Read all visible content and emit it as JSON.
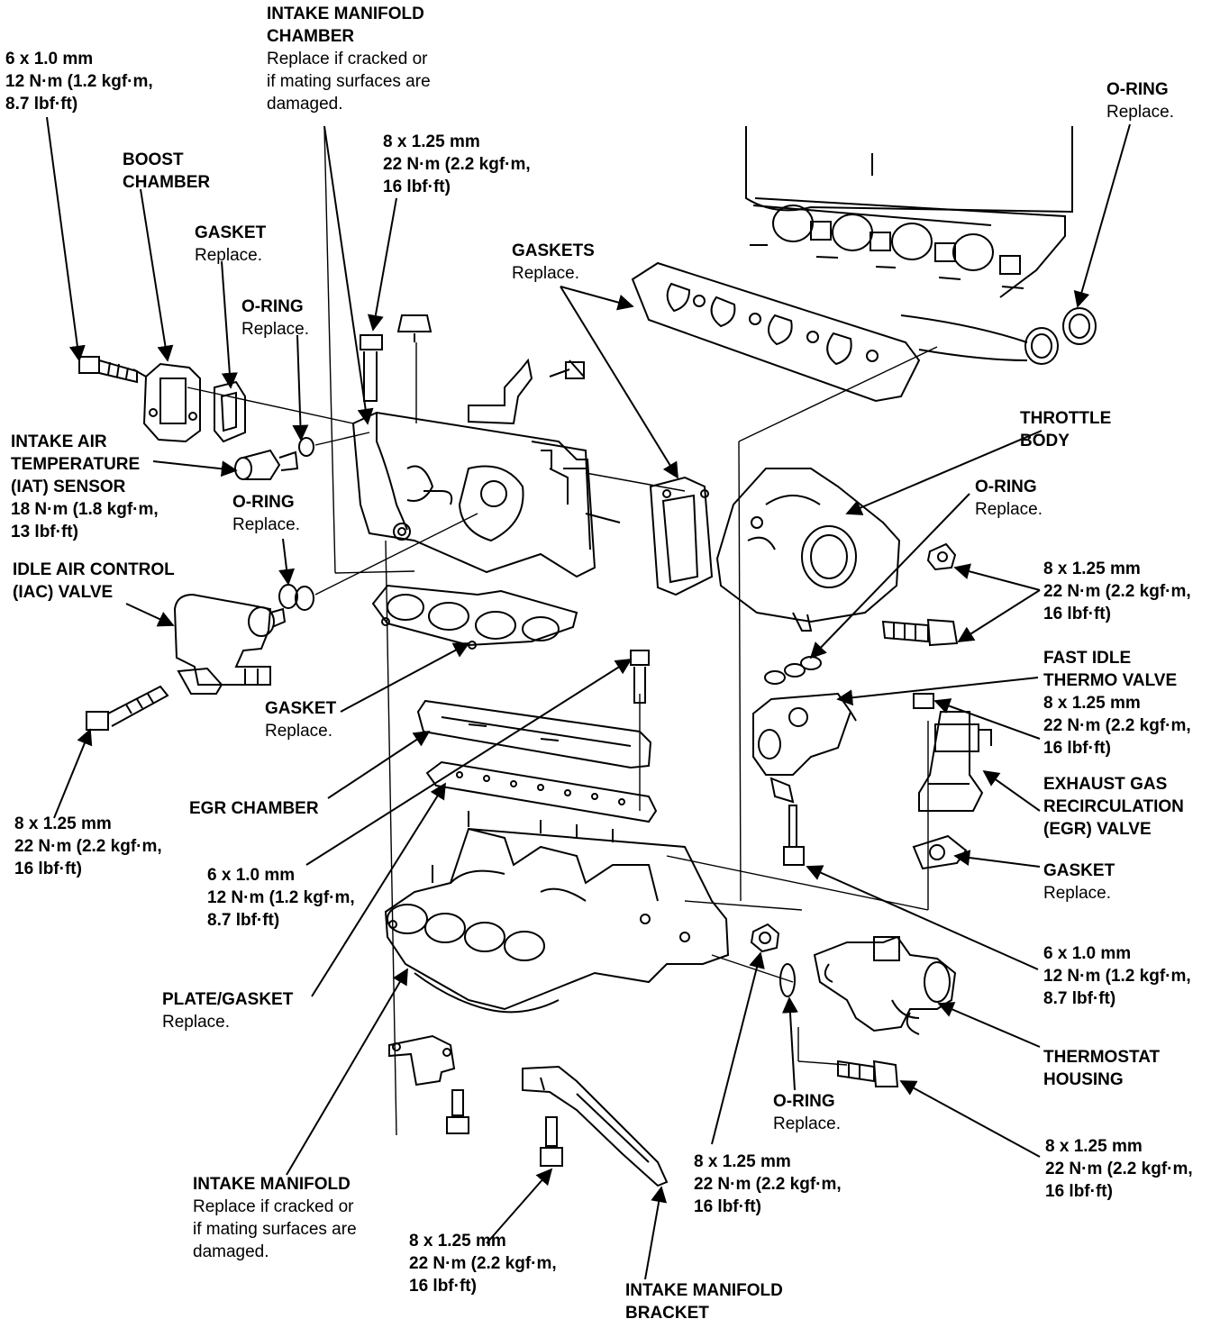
{
  "labels": {
    "bolt_6x10_top": {
      "spec": "6 x 1.0 mm",
      "torque1": "12 N·m (1.2 kgf·m,",
      "torque2": "8.7 lbf·ft)"
    },
    "chamber": {
      "title1": "INTAKE MANIFOLD",
      "title2": "CHAMBER",
      "note1": "Replace if cracked or",
      "note2": "if mating surfaces are",
      "note3": "damaged."
    },
    "oring_top_right": {
      "title": "O-RING",
      "note": "Replace."
    },
    "boost": {
      "title1": "BOOST",
      "title2": "CHAMBER"
    },
    "bolt_825_top": {
      "spec": "8 x 1.25 mm",
      "torque1": "22 N·m (2.2 kgf·m,",
      "torque2": "16 lbf·ft)"
    },
    "gasket_top": {
      "title": "GASKET",
      "note": "Replace."
    },
    "gaskets": {
      "title": "GASKETS",
      "note": "Replace."
    },
    "oring_top": {
      "title": "O-RING",
      "note": "Replace."
    },
    "throttle": {
      "title1": "THROTTLE",
      "title2": "BODY"
    },
    "iat": {
      "title1": "INTAKE AIR",
      "title2": "TEMPERATURE",
      "title3": "(IAT) SENSOR",
      "torque1": "18 N·m (1.8 kgf·m,",
      "torque2": "13 lbf·ft)"
    },
    "oring_mid_left": {
      "title": "O-RING",
      "note": "Replace."
    },
    "oring_mid_right": {
      "title": "O-RING",
      "note": "Replace."
    },
    "iac": {
      "title1": "IDLE AIR CONTROL",
      "title2": "(IAC) VALVE"
    },
    "bolt_825_right1": {
      "spec": "8 x 1.25 mm",
      "torque1": "22 N·m (2.2 kgf·m,",
      "torque2": "16 lbf·ft)"
    },
    "fast_idle": {
      "title1": "FAST IDLE",
      "title2": "THERMO VALVE",
      "spec": "8 x 1.25 mm",
      "torque1": "22 N·m (2.2 kgf·m,",
      "torque2": "16 lbf·ft)"
    },
    "gasket_mid": {
      "title": "GASKET",
      "note": "Replace."
    },
    "egr_valve": {
      "title1": "EXHAUST GAS",
      "title2": "RECIRCULATION",
      "title3": "(EGR) VALVE"
    },
    "egr_chamber": {
      "title": "EGR CHAMBER"
    },
    "bolt_825_left": {
      "spec": "8 x 1.25 mm",
      "torque1": "22 N·m (2.2 kgf·m,",
      "torque2": "16 lbf·ft)"
    },
    "gasket_right": {
      "title": "GASKET",
      "note": "Replace."
    },
    "bolt_6x10_mid": {
      "spec": "6 x 1.0 mm",
      "torque1": "12 N·m (1.2 kgf·m,",
      "torque2": "8.7 lbf·ft)"
    },
    "bolt_6x10_right": {
      "spec": "6 x 1.0 mm",
      "torque1": "12 N·m (1.2 kgf·m,",
      "torque2": "8.7 lbf·ft)"
    },
    "plate": {
      "title": "PLATE/GASKET",
      "note": "Replace."
    },
    "thermostat": {
      "title1": "THERMOSTAT",
      "title2": "HOUSING"
    },
    "oring_bottom": {
      "title": "O-RING",
      "note": "Replace."
    },
    "bolt_825_bottom_right": {
      "spec": "8 x 1.25 mm",
      "torque1": "22 N·m (2.2 kgf·m,",
      "torque2": "16 lbf·ft)"
    },
    "bolt_825_bottom_mid": {
      "spec": "8 x 1.25 mm",
      "torque1": "22 N·m (2.2 kgf·m,",
      "torque2": "16 lbf·ft)"
    },
    "manifold": {
      "title": "INTAKE MANIFOLD",
      "note1": "Replace if cracked or",
      "note2": "if mating surfaces are",
      "note3": "damaged."
    },
    "bolt_825_bottom": {
      "spec": "8 x 1.25 mm",
      "torque1": "22 N·m (2.2 kgf·m,",
      "torque2": "16 lbf·ft)"
    },
    "bracket": {
      "title1": "INTAKE MANIFOLD",
      "title2": "BRACKET"
    }
  }
}
